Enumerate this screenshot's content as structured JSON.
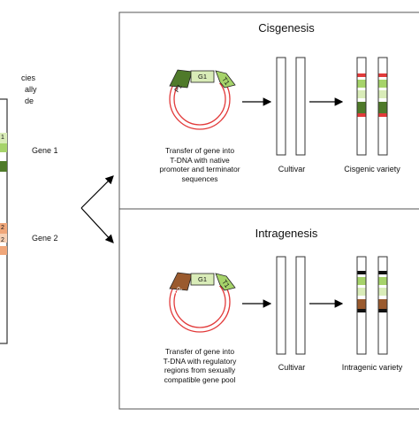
{
  "left_panel": {
    "partial_text": [
      "cies",
      "ally",
      "de"
    ],
    "gene_1_label": "Gene 1",
    "gene_2_label": "Gene 2",
    "gene1_tick": "1",
    "gene2_tick_a": "2",
    "gene2_tick_b": "2"
  },
  "cisgenesis": {
    "title": "Cisgenesis",
    "plasmid_labels": {
      "promoter": "P1",
      "gene": "G1",
      "terminator": "T1"
    },
    "transfer_text": "Transfer of gene into\nT-DNA with native\npromoter and terminator\nsequences",
    "cultivar_label": "Cultivar",
    "variety_label": "Cisgenic variety"
  },
  "intragenesis": {
    "title": "Intragenesis",
    "plasmid_labels": {
      "promoter": "P2",
      "gene": "G1",
      "terminator": "T1"
    },
    "transfer_text": "Transfer of gene into\nT-DNA with regulatory\nregions from sexually\ncompatible gene pool",
    "cultivar_label": "Cultivar",
    "variety_label": "Intragenic variety"
  },
  "colors": {
    "dark_green": "#4f7a2a",
    "light_green": "#a6d36a",
    "pale_green": "#d9ecb8",
    "border_red": "#e23a3a",
    "brown": "#9a5a2e",
    "orange": "#f0a77a",
    "black_band": "#111111",
    "frame": "#555555"
  }
}
